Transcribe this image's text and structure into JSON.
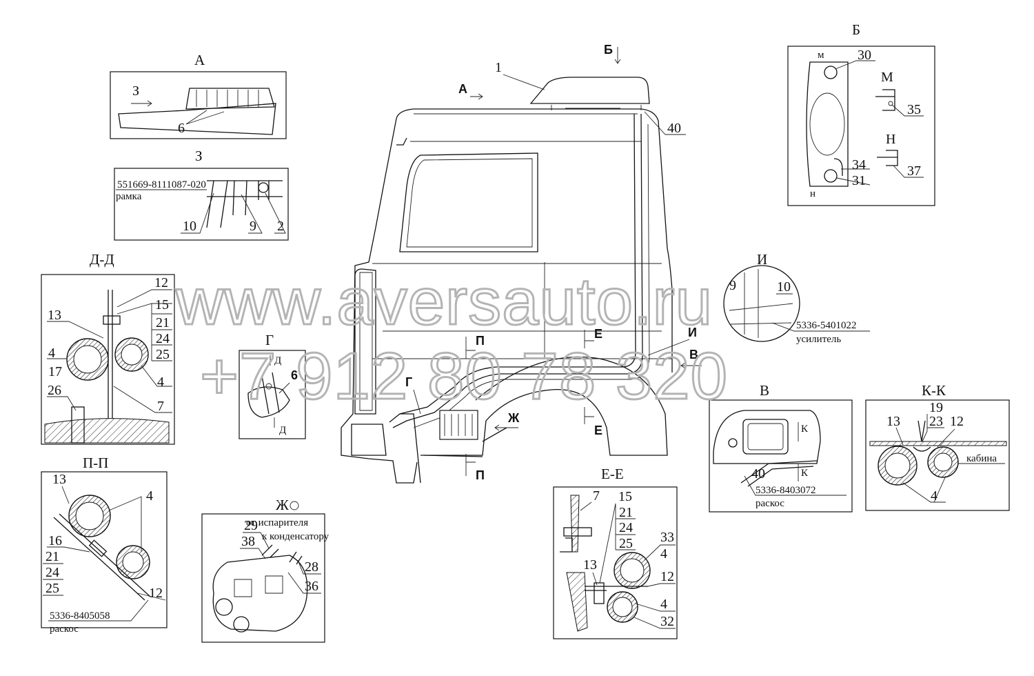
{
  "views": {
    "a": {
      "title": "А",
      "arrow": "З",
      "callouts": [
        "6"
      ]
    },
    "z": {
      "title": "З",
      "part": "551669-8111087-020",
      "part_name": "рамка",
      "callouts": [
        "10",
        "9",
        "2"
      ]
    },
    "b": {
      "title": "Б",
      "m_small": "м",
      "n_small": "н",
      "callouts_left": [
        "30",
        "34",
        "31"
      ],
      "M": "М",
      "N": "Н",
      "c35": "35",
      "c37": "37"
    },
    "dd": {
      "title": "Д-Д",
      "callouts": [
        "12",
        "15",
        "21",
        "24",
        "25",
        "13",
        "4",
        "4",
        "17",
        "26",
        "7"
      ]
    },
    "g": {
      "title": "Г",
      "d1": "Д",
      "d2": "Д",
      "c6": "6"
    },
    "pp": {
      "title": "П-П",
      "callouts": [
        "13",
        "4",
        "16",
        "21",
        "24",
        "25",
        "12"
      ],
      "part": "5336-8405058",
      "part_name": "раскос"
    },
    "zh": {
      "title": "Ж",
      "from": "от испарителя",
      "to": "к конденсатору",
      "callouts": [
        "29",
        "38",
        "28",
        "36"
      ]
    },
    "i": {
      "title": "И",
      "c9": "9",
      "c10": "10",
      "part": "5336-5401022",
      "part_name": "усилитель"
    },
    "v": {
      "title": "В",
      "k1": "К",
      "k2": "К",
      "c40": "40",
      "part": "5336-8403072",
      "part_name": "раскос"
    },
    "ee": {
      "title": "Е-Е",
      "callouts": [
        "7",
        "15",
        "21",
        "24",
        "25",
        "33",
        "4",
        "12",
        "13",
        "4",
        "32"
      ]
    },
    "kk": {
      "title": "К-К",
      "callouts": [
        "19",
        "23",
        "13",
        "12",
        "4"
      ],
      "part_name": "кабина"
    }
  },
  "main": {
    "c1": "1",
    "c40": "40",
    "sec_A": "А",
    "sec_B": "Б",
    "sec_P1": "П",
    "sec_P2": "П",
    "sec_E1": "Е",
    "sec_E2": "Е",
    "sec_I": "И",
    "sec_V": "В",
    "sec_G": "Г",
    "sec_Zh": "Ж"
  },
  "watermark": {
    "site": "www.aversauto.ru",
    "phone": "+7 912 80 78 320"
  }
}
